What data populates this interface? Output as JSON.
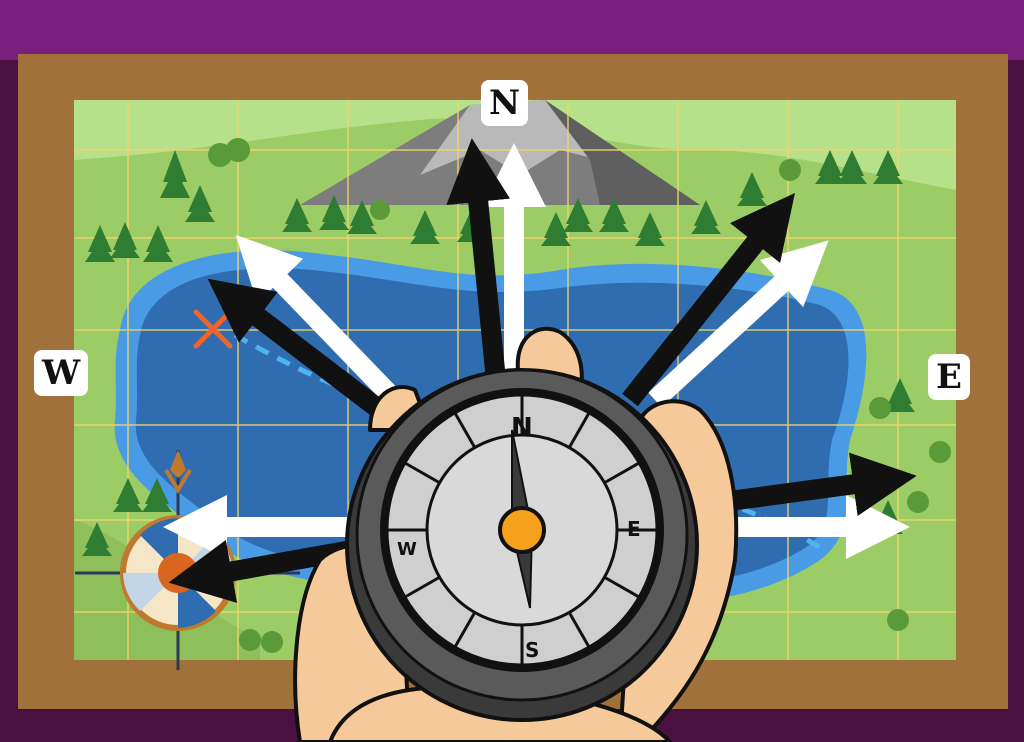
{
  "map_labels": {
    "north": "N",
    "west": "W",
    "east": "E"
  },
  "compass_dial": {
    "north": "N",
    "east": "E",
    "south": "S",
    "west": "W"
  },
  "colors": {
    "background": "#7a1f7e",
    "frame": "#a0713a",
    "land": "#9ccc65",
    "lake": "#2f6db0",
    "lake_edge": "#4a9be6",
    "grid": "#f2d36b",
    "compass_body": "#4a4a4a",
    "compass_face": "#cfcfcf",
    "needle_pivot": "#f5a11c",
    "x_mark": "#f0642a"
  },
  "icons": [
    "mountain-icon",
    "tree-icon",
    "compass-rose-icon",
    "x-mark-icon",
    "handheld-compass-icon",
    "hand-icon"
  ]
}
